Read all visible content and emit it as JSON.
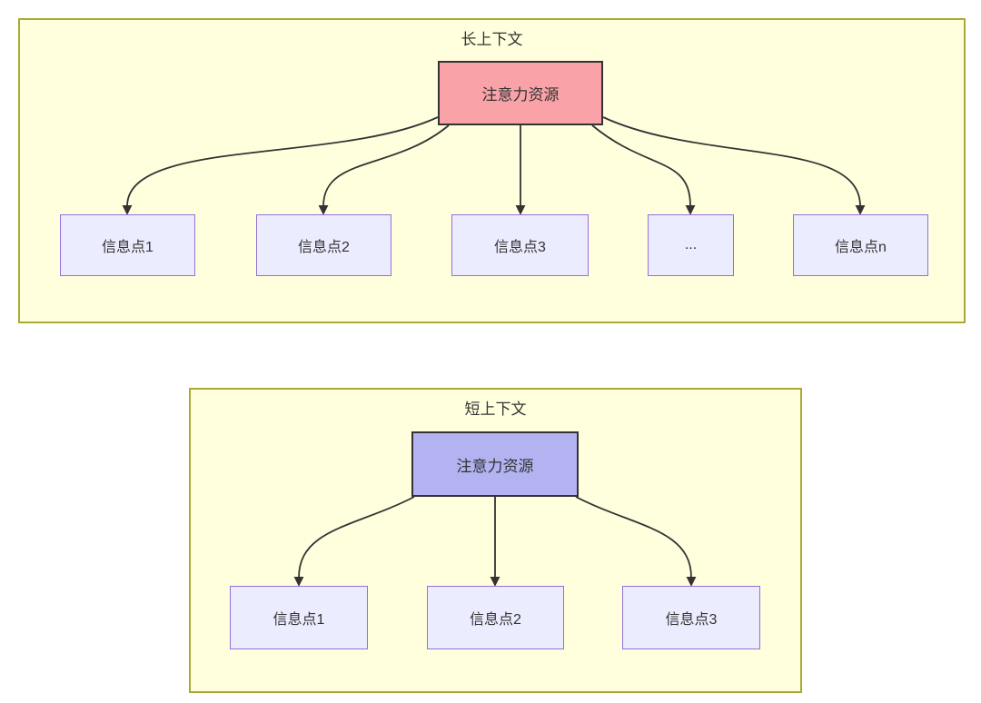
{
  "long_context": {
    "title": "长上下文",
    "source_label": "注意力资源",
    "targets": [
      "信息点1",
      "信息点2",
      "信息点3",
      "...",
      "信息点n"
    ]
  },
  "short_context": {
    "title": "短上下文",
    "source_label": "注意力资源",
    "targets": [
      "信息点1",
      "信息点2",
      "信息点3"
    ]
  },
  "colors": {
    "container_fill": "#ffffde",
    "container_border": "#aaaa33",
    "long_source_fill": "#f9a2a8",
    "short_source_fill": "#b3b3f2",
    "node_fill": "#ececff",
    "node_border": "#9370db",
    "source_border": "#333333",
    "arrow": "#333333",
    "text": "#333333"
  }
}
